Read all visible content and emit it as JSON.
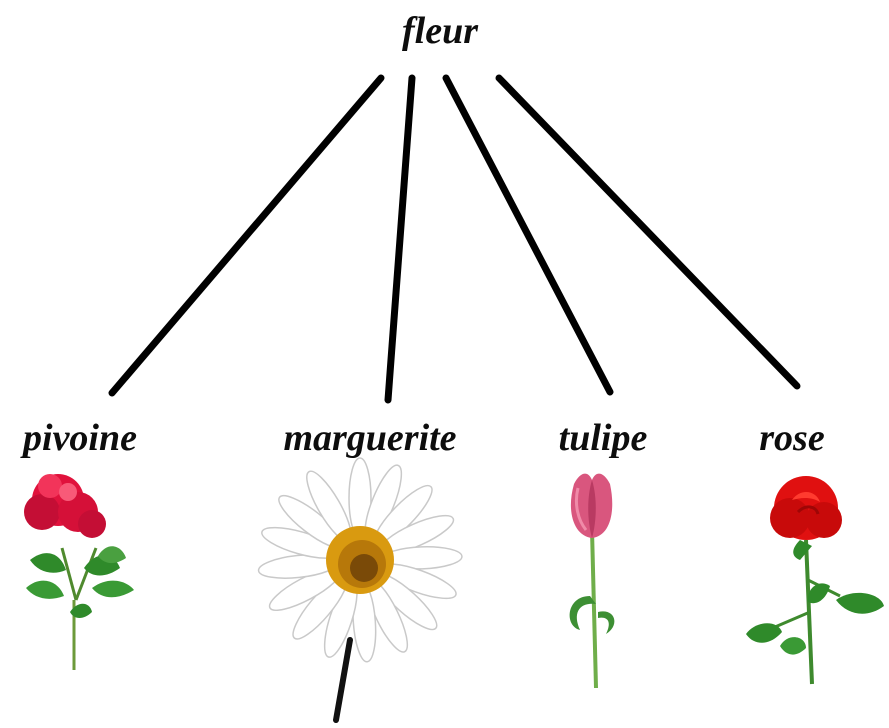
{
  "root": {
    "label": "fleur"
  },
  "children": [
    {
      "label": "pivoine",
      "icon": "peony-flower-icon"
    },
    {
      "label": "marguerite",
      "icon": "daisy-flower-icon"
    },
    {
      "label": "tulipe",
      "icon": "tulip-flower-icon"
    },
    {
      "label": "rose",
      "icon": "rose-flower-icon"
    }
  ],
  "colors": {
    "line": "#000000",
    "peony": "#e0123c",
    "daisy_center": "#d99a10",
    "tulip": "#d9567e",
    "rose": "#e01010",
    "leaf": "#2f8a2a"
  }
}
